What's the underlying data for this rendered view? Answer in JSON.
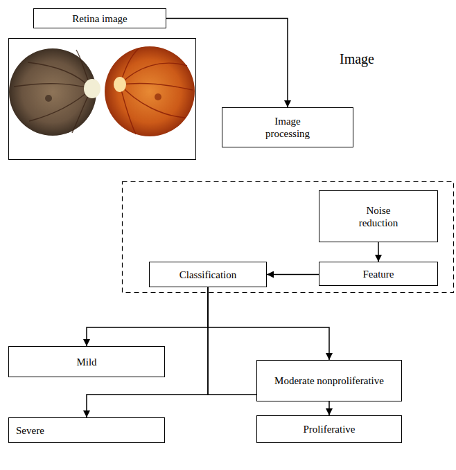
{
  "diagram": {
    "nodes": [
      {
        "text": [
          "Retina image"
        ]
      },
      {
        "text": [
          "Image processing"
        ]
      },
      {
        "text": [
          "Noise reduction"
        ]
      },
      {
        "text": [
          "Classification"
        ]
      },
      {
        "text": [
          "Feature"
        ]
      },
      {
        "text": [
          "Mild"
        ]
      },
      {
        "text": [
          "Moderate nonproliferative"
        ]
      },
      {
        "text": [
          "Severe"
        ]
      },
      {
        "text": [
          "Proliferative"
        ]
      }
    ],
    "edges": [
      {
        "from": 0,
        "to": 1,
        "arrow": "to"
      },
      {
        "from": 2,
        "to": 4,
        "arrow": "to"
      },
      {
        "from": 4,
        "to": 3,
        "arrow": "to"
      },
      {
        "from": 3,
        "to": 5,
        "arrow": "to"
      },
      {
        "from": 3,
        "to": 6,
        "arrow": "to"
      },
      {
        "from": 3,
        "to": 7,
        "arrow": "to"
      },
      {
        "from": 3,
        "to": 8,
        "arrow": "to"
      }
    ],
    "labels": [
      "Image"
    ]
  }
}
